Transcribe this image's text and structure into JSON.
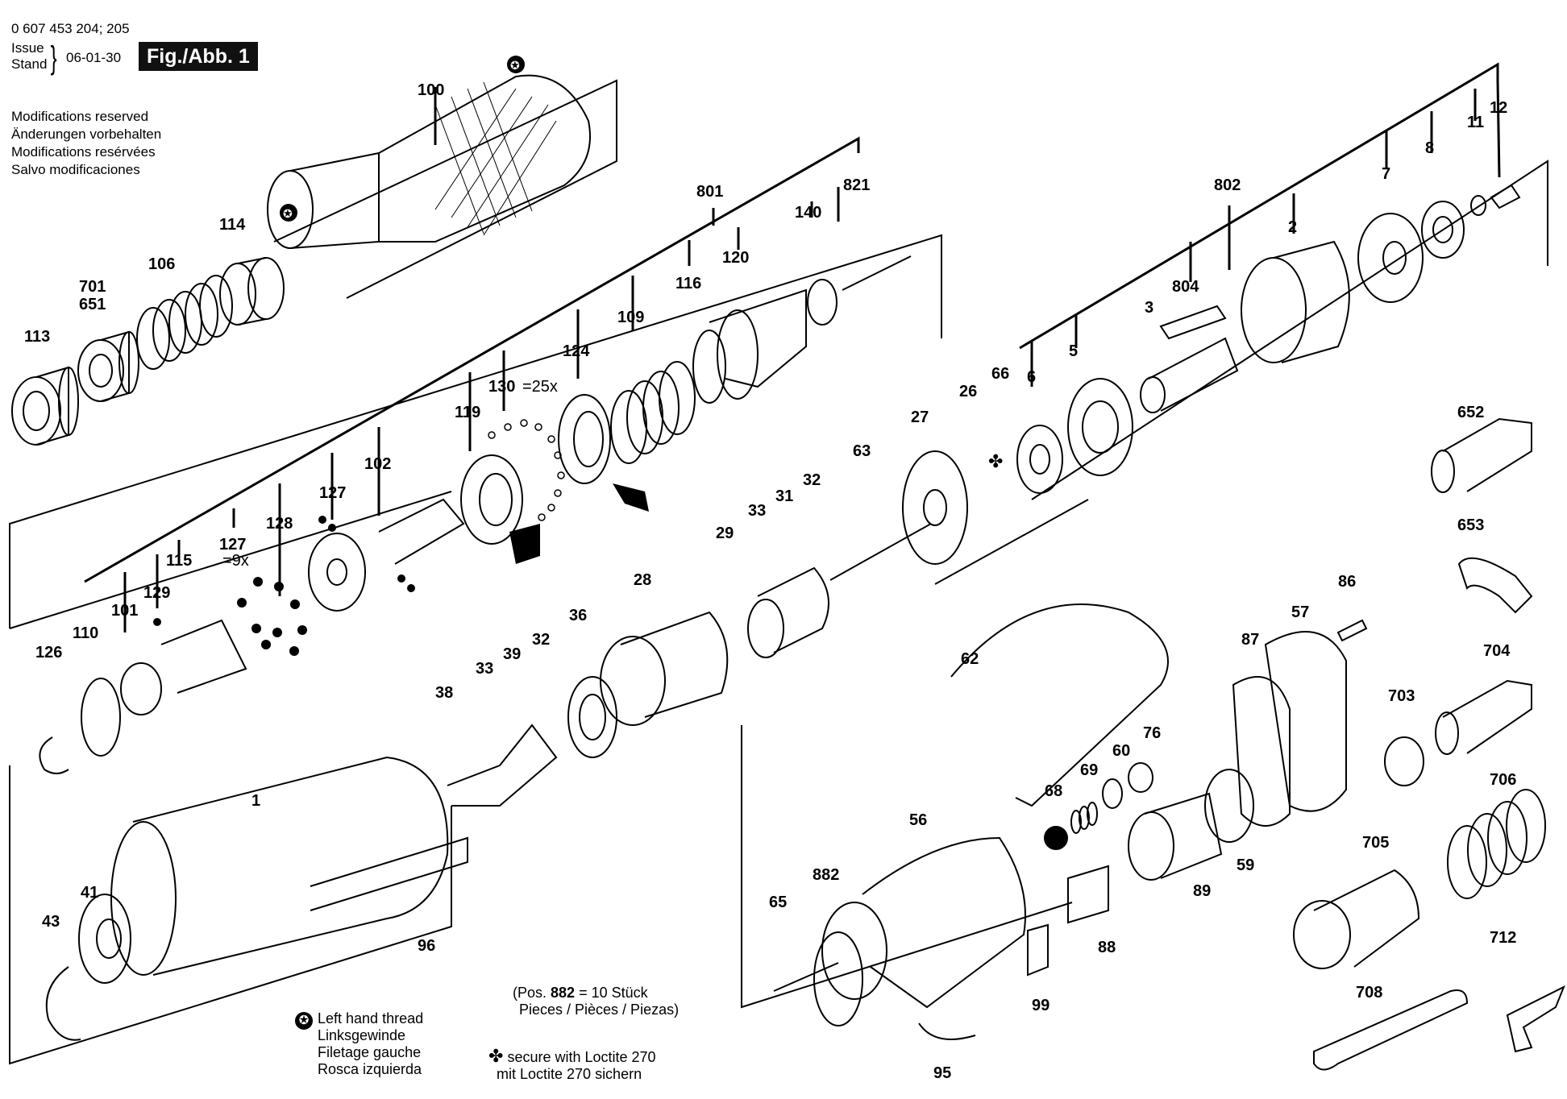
{
  "header": {
    "doc_number": "0 607 453 204; 205",
    "issue_label": "Issue",
    "stand_label": "Stand",
    "issue_date": "06-01-30",
    "figure_badge": "Fig./Abb. 1"
  },
  "modifications": [
    "Modifications reserved",
    "Änderungen vorbehalten",
    "Modifications resérvées",
    "Salvo modificaciones"
  ],
  "symbols": {
    "left_hand_thread": "✪",
    "loctite": "✤"
  },
  "legend": {
    "left_hand_thread": [
      "Left hand thread",
      "Linksgewinde",
      "Filetage gauche",
      "Rosca izquierda"
    ],
    "loctite": [
      "secure with Loctite 270",
      "mit Loctite 270 sichern"
    ],
    "pos_note_line1_prefix": "(Pos. ",
    "pos_note_bold": "882",
    "pos_note_line1_suffix": " = 10 Stück",
    "pos_note_line2": "Pieces / Pièces / Piezas)"
  },
  "part_labels": [
    "100",
    "114",
    "106",
    "701",
    "651",
    "113",
    "801",
    "821",
    "140",
    "120",
    "116",
    "109",
    "124",
    "130",
    "=25x",
    "119",
    "102",
    "127",
    "128",
    "127",
    "=9x",
    "115",
    "129",
    "101",
    "110",
    "126",
    "802",
    "12",
    "11",
    "8",
    "7",
    "2",
    "804",
    "3",
    "5",
    "6",
    "66",
    "26",
    "27",
    "63",
    "32",
    "31",
    "33",
    "29",
    "28",
    "36",
    "32",
    "39",
    "33",
    "38",
    "652",
    "653",
    "86",
    "57",
    "87",
    "704",
    "703",
    "706",
    "705",
    "712",
    "708",
    "62",
    "76",
    "60",
    "69",
    "68",
    "59",
    "89",
    "88",
    "99",
    "56",
    "882",
    "65",
    "95",
    "1",
    "41",
    "43",
    "96"
  ]
}
